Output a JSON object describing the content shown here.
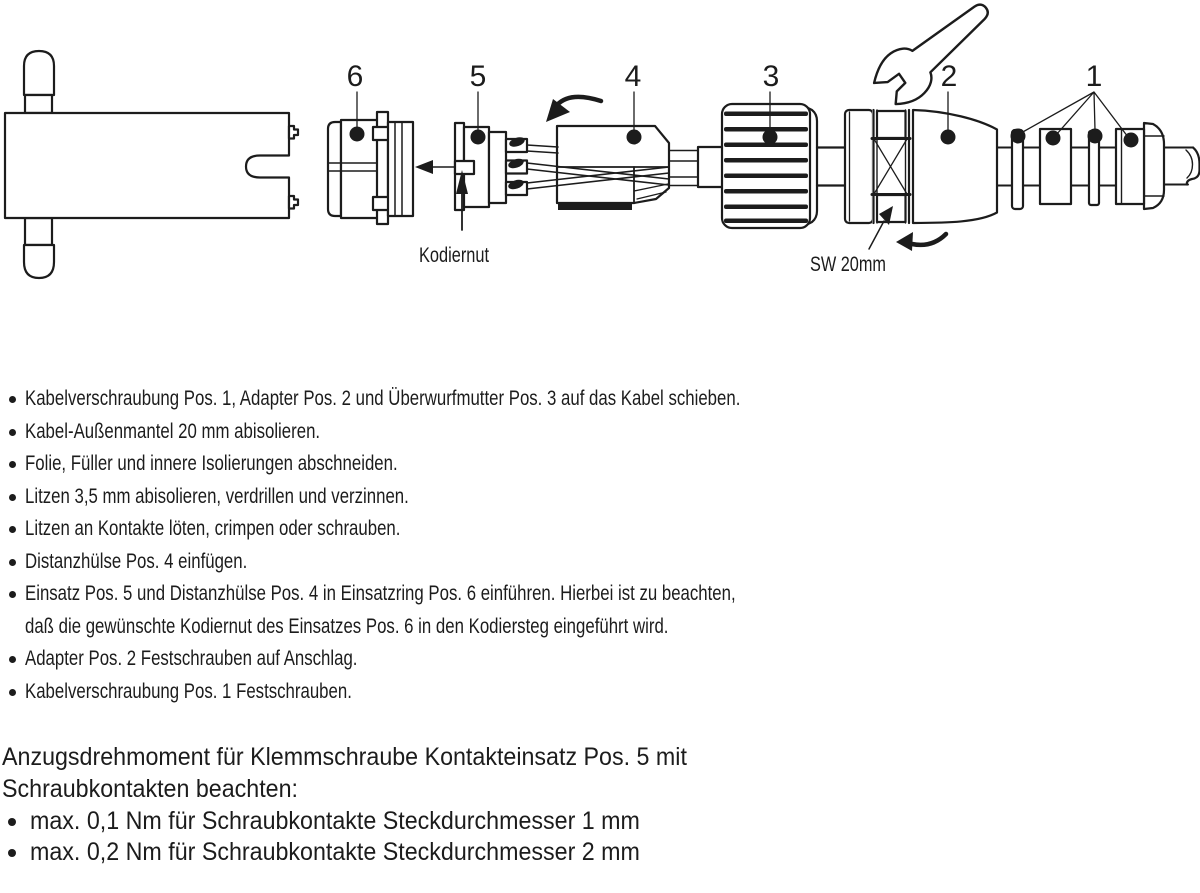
{
  "diagram": {
    "labels": {
      "p1": "1",
      "p2": "2",
      "p3": "3",
      "p4": "4",
      "p5": "5",
      "p6": "6"
    },
    "kodiernut": "Kodiernut",
    "wrench_size": "SW 20mm",
    "line_color": "#1c1c1c"
  },
  "instructions": [
    {
      "bullet": true,
      "text": "Kabelverschraubung Pos. 1, Adapter Pos. 2 und Überwurfmutter Pos. 3 auf das Kabel schieben."
    },
    {
      "bullet": true,
      "text": "Kabel-Außenmantel 20 mm abisolieren."
    },
    {
      "bullet": true,
      "text": "Folie, Füller und innere Isolierungen abschneiden."
    },
    {
      "bullet": true,
      "text": "Litzen 3,5 mm abisolieren, verdrillen und verzinnen."
    },
    {
      "bullet": true,
      "text": "Litzen an Kontakte löten, crimpen oder schrauben."
    },
    {
      "bullet": true,
      "text": "Distanzhülse Pos. 4 einfügen."
    },
    {
      "bullet": true,
      "text": "Einsatz Pos. 5 und Distanzhülse Pos. 4 in Einsatzring Pos. 6 einführen. Hierbei ist zu beachten,"
    },
    {
      "bullet": false,
      "text": "daß die gewünschte Kodiernut des Einsatzes Pos. 6 in den Kodiersteg eingeführt wird."
    },
    {
      "bullet": true,
      "text": "Adapter Pos. 2 Festschrauben auf Anschlag."
    },
    {
      "bullet": true,
      "text": "Kabelverschraubung Pos. 1 Festschrauben."
    }
  ],
  "torque_note": [
    {
      "bullet": false,
      "text": "Anzugsdrehmoment für Klemmschraube Kontakteinsatz Pos. 5 mit"
    },
    {
      "bullet": false,
      "text": "Schraubkontakten beachten:"
    },
    {
      "bullet": true,
      "text": "max. 0,1 Nm für Schraubkontakte Steckdurchmesser 1 mm"
    },
    {
      "bullet": true,
      "text": "max. 0,2 Nm für Schraubkontakte Steckdurchmesser 2 mm"
    }
  ]
}
